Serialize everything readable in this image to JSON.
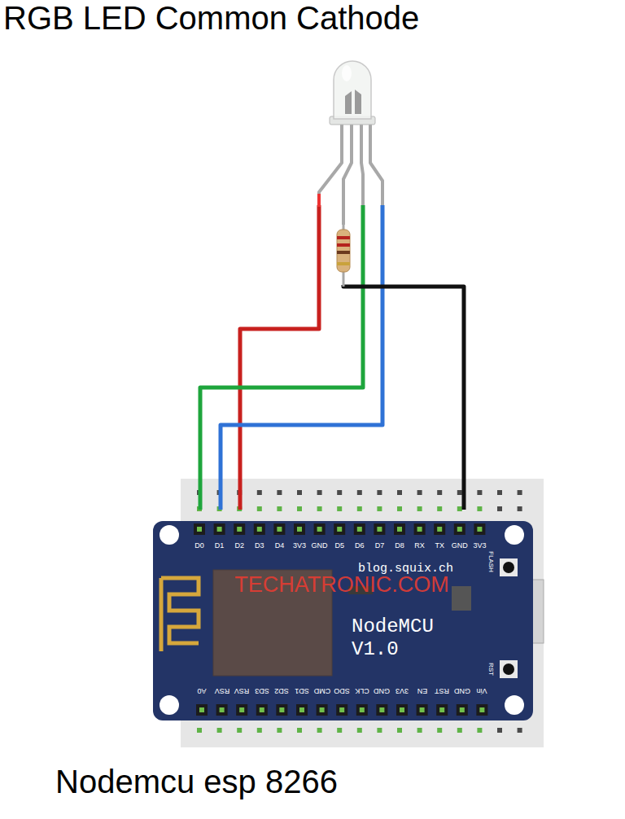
{
  "diagram": {
    "title": "RGB LED Common Cathode",
    "caption": "Nodemcu esp 8266",
    "nodes": [
      {
        "text": [
          "blog.squix.ch",
          "NodeMCU V1.0"
        ]
      }
    ],
    "labels": [
      "D0",
      "D1",
      "D2",
      "D3",
      "D4",
      "3V3",
      "GND",
      "D5",
      "D6",
      "D7",
      "D8",
      "RX",
      "TX",
      "GND",
      "3V3",
      "A0",
      "RSV",
      "RSV",
      "SD3",
      "SD2",
      "SD1",
      "CMD",
      "SDO",
      "CLK",
      "GND",
      "3V3",
      "EN",
      "RST",
      "GND",
      "Vin",
      "TECHATRONIC.COM",
      "FLASH",
      "RST"
    ]
  }
}
